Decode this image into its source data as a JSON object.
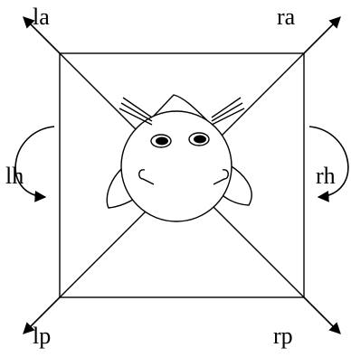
{
  "labels": {
    "top_left": "la",
    "top_right": "ra",
    "bottom_left": "lp",
    "bottom_right": "rp",
    "left": "lh",
    "right": "rh"
  },
  "colors": {
    "stroke": "#000000",
    "fill": "#ffffff",
    "eye": "#000000"
  },
  "icons": {
    "figure": "mouse-top-view-icon"
  }
}
